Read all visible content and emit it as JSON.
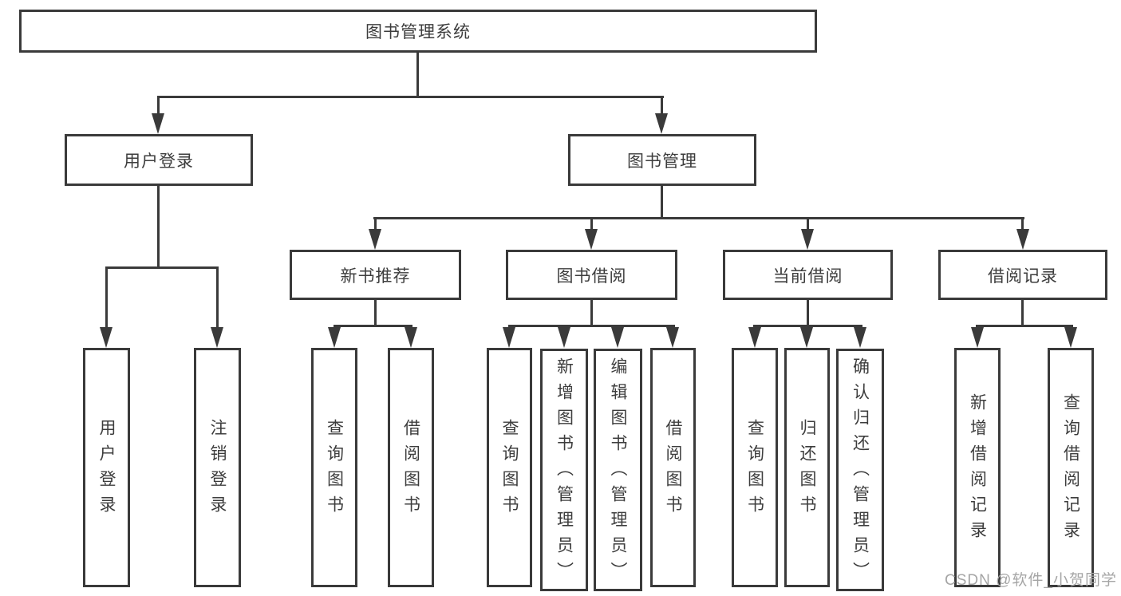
{
  "diagram": {
    "root": {
      "label": "图书管理系统"
    },
    "branches": [
      {
        "label": "用户登录",
        "children": [
          {
            "label": "用户登录"
          },
          {
            "label": "注销登录"
          }
        ]
      },
      {
        "label": "图书管理",
        "children": [
          {
            "label": "新书推荐",
            "children": [
              {
                "label": "查询图书"
              },
              {
                "label": "借阅图书"
              }
            ]
          },
          {
            "label": "图书借阅",
            "children": [
              {
                "label": "查询图书"
              },
              {
                "label": "新增图书（管理员）"
              },
              {
                "label": "编辑图书（管理员）"
              },
              {
                "label": "借阅图书"
              }
            ]
          },
          {
            "label": "当前借阅",
            "children": [
              {
                "label": "查询图书"
              },
              {
                "label": "归还图书"
              },
              {
                "label": "确认归还（管理员）"
              }
            ]
          },
          {
            "label": "借阅记录",
            "children": [
              {
                "label": "新增借阅记录"
              },
              {
                "label": "查询借阅记录"
              }
            ]
          }
        ]
      }
    ]
  },
  "watermark": {
    "text": "CSDN @软件_小贺同学"
  },
  "colors": {
    "line": "#3a3a3a",
    "box_border": "#3a3a3a",
    "text": "#3d3d3d",
    "watermark": "#a5a5a5",
    "background": "#ffffff"
  }
}
